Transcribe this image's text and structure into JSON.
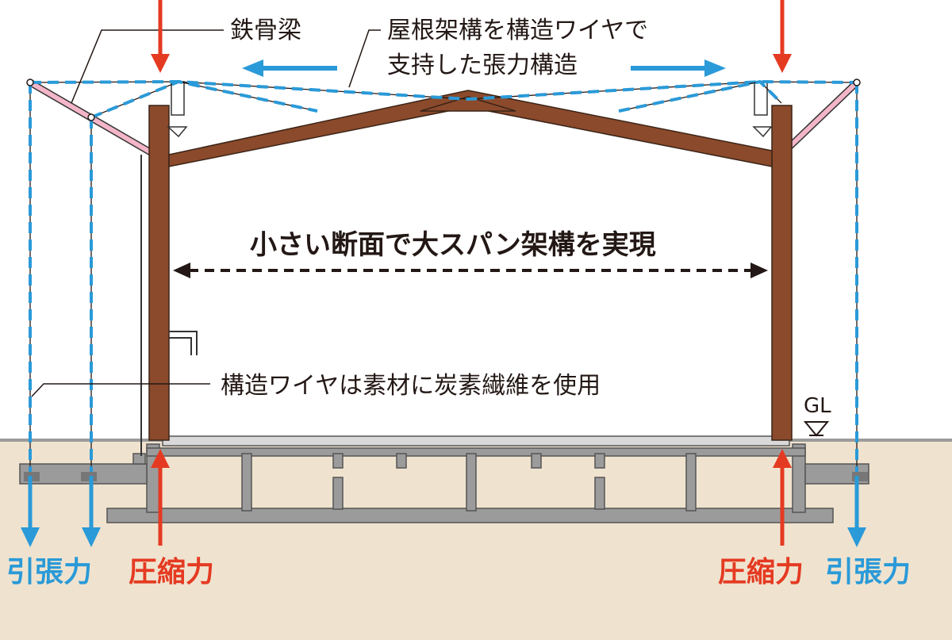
{
  "labels": {
    "steel_beam": "鉄骨梁",
    "tension_structure_line1": "屋根架構を構造ワイヤで",
    "tension_structure_line2": "支持した張力構造",
    "large_span": "小さい断面で大スパン架構を実現",
    "wire_material": "構造ワイヤは素材に炭素繊維を使用",
    "ground_level": "GL",
    "tension_left": "引張力",
    "compression_left": "圧縮力",
    "compression_right": "圧縮力",
    "tension_right": "引張力"
  },
  "colors": {
    "ground": "#efe3cf",
    "foundation": "#9b9b9b",
    "timber_frame": "#8b4a2b",
    "steel_beam": "#f3b6c8",
    "wire_blue": "#2a9ad8",
    "compression_red": "#e53a22",
    "tension_blue": "#2a9ad8",
    "ink": "#231815"
  }
}
